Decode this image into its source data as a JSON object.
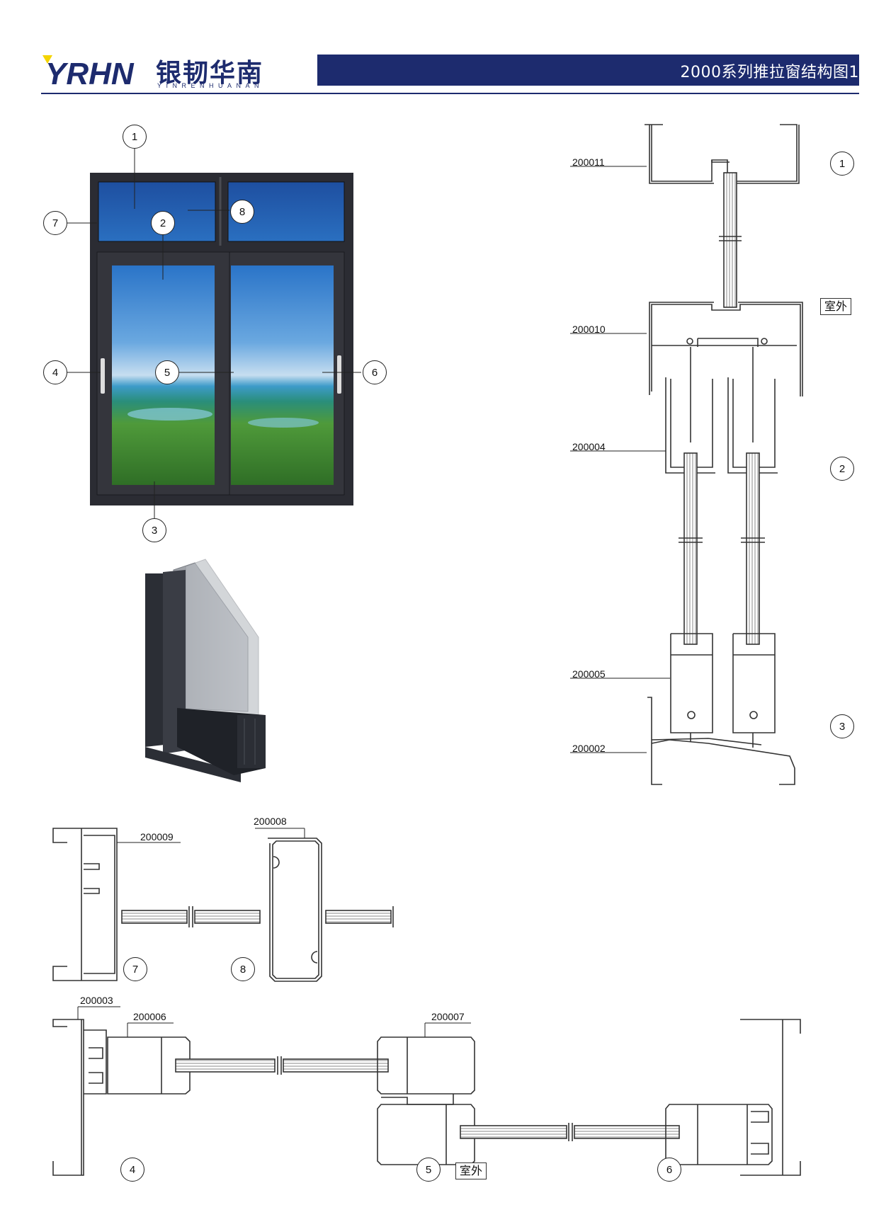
{
  "brand": {
    "logo_mark": "YRHN",
    "name_cn": "银韧华南",
    "name_en": "YINRENHUANAN",
    "navy": "#1d2b6e",
    "yellow": "#f4d400"
  },
  "header": {
    "title": "2000系列推拉窗结构图1"
  },
  "window_photo": {
    "frame_color": "#2b2c33",
    "callouts": [
      "1",
      "2",
      "3",
      "4",
      "5",
      "6",
      "7",
      "8"
    ]
  },
  "vertical_section": {
    "profiles": [
      "200011",
      "200010",
      "200004",
      "200005",
      "200002"
    ],
    "node_numbers": [
      "1",
      "2",
      "3"
    ],
    "outside_label": "室外"
  },
  "side_sections_top": {
    "profiles": [
      "200009",
      "200008"
    ],
    "node_numbers": [
      "7",
      "8"
    ]
  },
  "horizontal_section": {
    "profiles": [
      "200003",
      "200006",
      "200007"
    ],
    "node_numbers": [
      "4",
      "5",
      "6"
    ],
    "outside_label": "室外"
  }
}
